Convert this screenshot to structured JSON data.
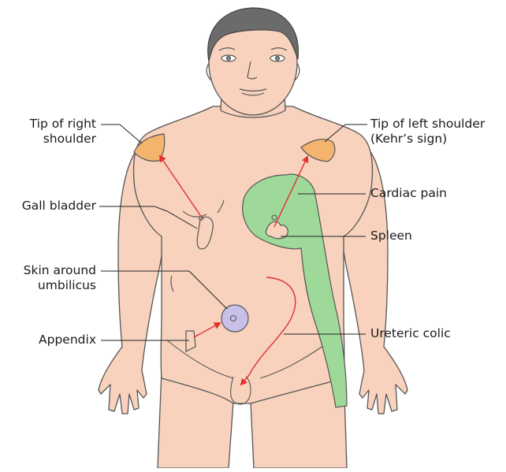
{
  "labels": {
    "tip_right_shoulder": {
      "line1": "Tip of right",
      "line2": "shoulder"
    },
    "gall_bladder": "Gall bladder",
    "skin_umbilicus": {
      "line1": "Skin around",
      "line2": "umbilicus"
    },
    "appendix": "Appendix",
    "tip_left_shoulder": {
      "line1": "Tip of left shoulder",
      "line2": "(Kehr’s sign)"
    },
    "cardiac_pain": "Cardiac pain",
    "spleen": "Spleen",
    "ureteric_colic": "Ureteric colic"
  },
  "colors": {
    "skin": "#f8d2bd",
    "outline": "#555555",
    "hair": "#6b6b6b",
    "shoulder_pain": "#f5b46e",
    "cardiac_zone": "#9ed99a",
    "umbilical_zone": "#c9c0ea",
    "arrow": "#e03030"
  }
}
